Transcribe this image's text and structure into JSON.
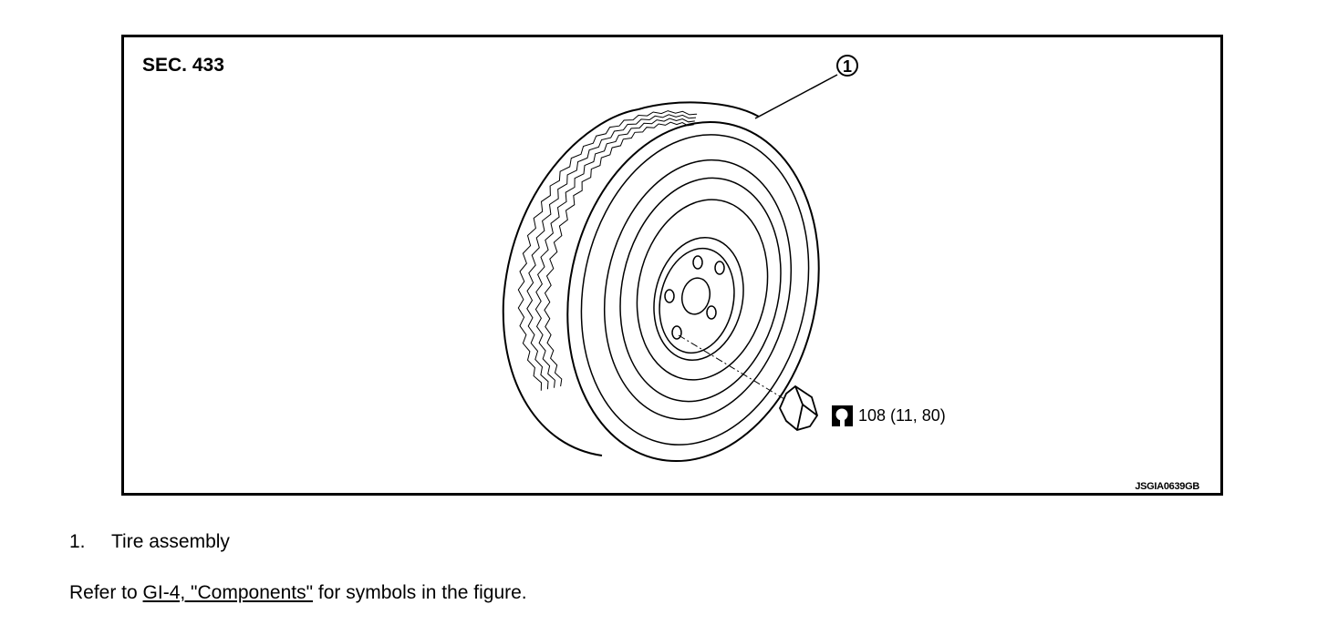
{
  "figure": {
    "section_label": "SEC. 433",
    "callout_number": "1",
    "torque_value": "108 (11, 80)",
    "figure_code": "JSGIA0639GB",
    "torque_icon": "tightening-torque-icon"
  },
  "legend": [
    {
      "number": "1.",
      "label": "Tire assembly"
    }
  ],
  "reference": {
    "prefix": "Refer to ",
    "link_text": "GI-4, \"Components\"",
    "suffix": " for symbols in the figure."
  }
}
